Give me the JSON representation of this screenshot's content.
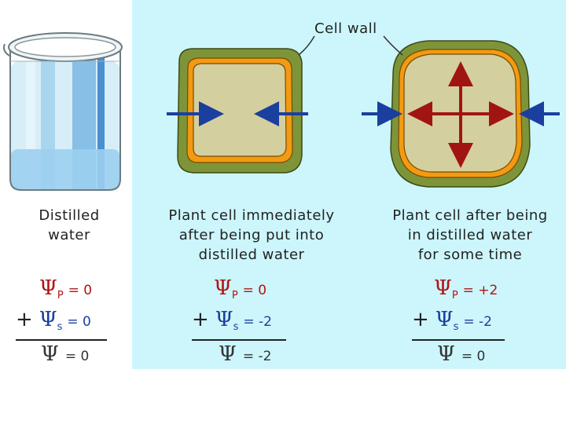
{
  "labels": {
    "cell_wall": "Cell wall",
    "beaker": [
      "Distilled",
      "water"
    ],
    "cell1": [
      "Plant cell immediately",
      "after being put into",
      "distilled water"
    ],
    "cell2": [
      "Plant cell after being",
      "in distilled water",
      "for some time"
    ]
  },
  "equations": [
    {
      "psi_p": "= 0",
      "psi_s": "= 0",
      "psi": "= 0"
    },
    {
      "psi_p": "= 0",
      "psi_s": "= -2",
      "psi": "= -2"
    },
    {
      "psi_p": "= +2",
      "psi_s": "= -2",
      "psi": "= 0"
    }
  ],
  "symbols": {
    "psi": "Ψ",
    "p": "P",
    "s": "s",
    "plus": "+"
  },
  "colors": {
    "panel_bg": "#ccf6fc",
    "wall_outer": "#7e9439",
    "membrane": "#f29a12",
    "cytoplasm": "#d4cf9e",
    "water_arrow": "#1b3f9e",
    "pressure_arrow": "#a01414"
  }
}
